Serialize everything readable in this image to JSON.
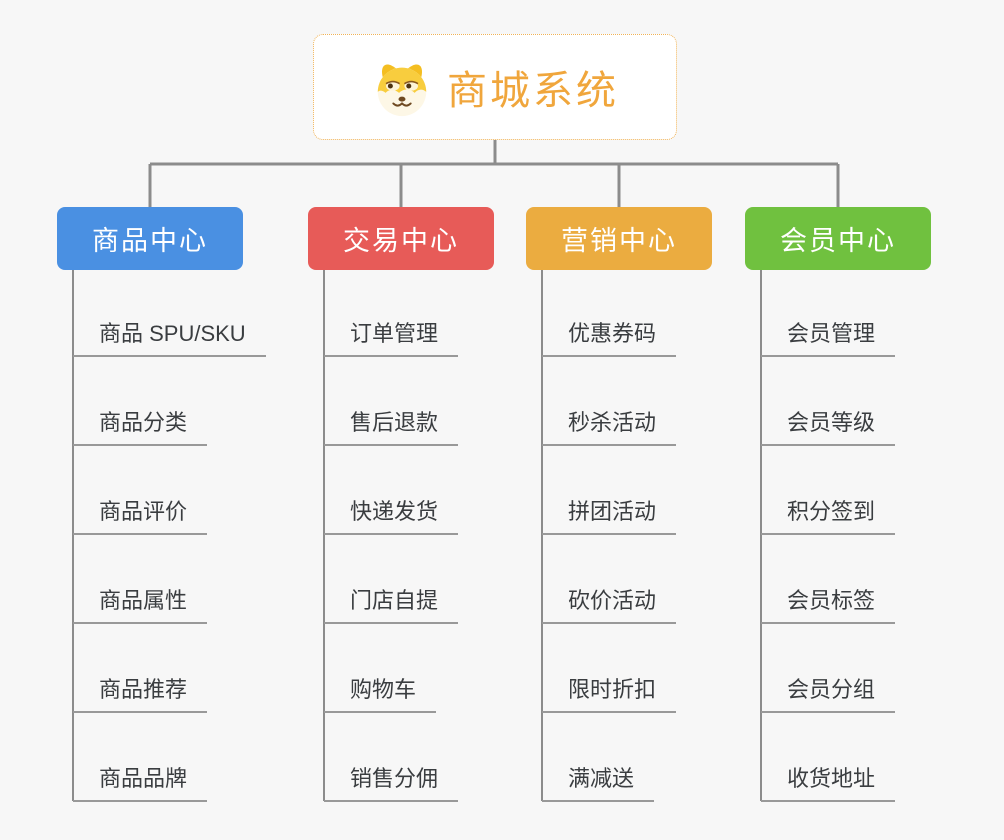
{
  "canvas": {
    "background": "#f7f7f7",
    "connector_color": "#8c8c8c",
    "underline_color": "#999999",
    "item_text_color": "#3a3d40"
  },
  "root": {
    "title": "商城系统",
    "title_color": "#f0a63c",
    "border_color": "#f0b357",
    "background": "#ffffff",
    "icon": "doge-icon"
  },
  "branches": [
    {
      "id": "product-center",
      "label": "商品中心",
      "color": "#4a90e2",
      "items": [
        "商品 SPU/SKU",
        "商品分类",
        "商品评价",
        "商品属性",
        "商品推荐",
        "商品品牌"
      ]
    },
    {
      "id": "trade-center",
      "label": "交易中心",
      "color": "#e75b58",
      "items": [
        "订单管理",
        "售后退款",
        "快递发货",
        "门店自提",
        "购物车",
        "销售分佣"
      ]
    },
    {
      "id": "marketing-center",
      "label": "营销中心",
      "color": "#ebac40",
      "items": [
        "优惠券码",
        "秒杀活动",
        "拼团活动",
        "砍价活动",
        "限时折扣",
        "满减送"
      ]
    },
    {
      "id": "member-center",
      "label": "会员中心",
      "color": "#70c13f",
      "items": [
        "会员管理",
        "会员等级",
        "积分签到",
        "会员标签",
        "会员分组",
        "收货地址"
      ]
    }
  ]
}
